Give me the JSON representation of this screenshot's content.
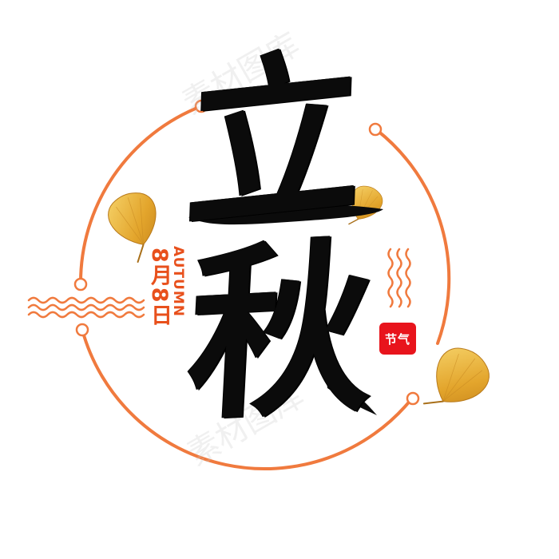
{
  "title": {
    "char_1": "立",
    "char_2": "秋"
  },
  "date": "8月8日",
  "english": "AUTUMN",
  "seal": "节气",
  "watermark": "素材图库",
  "colors": {
    "accent": "#e8501c",
    "ring": "#f07a3e",
    "seal": "#e8141c",
    "leaf": "#e8b233",
    "ink": "#0b0b0b"
  }
}
